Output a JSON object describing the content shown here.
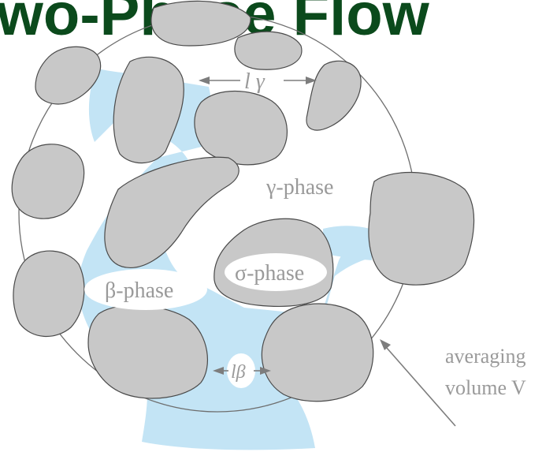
{
  "title": "Two-Phase Flow",
  "labels": {
    "l_gamma": "l γ",
    "gamma_phase": "γ-phase",
    "beta_phase": "β-phase",
    "sigma_phase": "σ-phase",
    "l_beta": "lβ",
    "averaging_line1": "averaging",
    "averaging_line2": "volume V"
  },
  "colors": {
    "title": "#0b4a1c",
    "grain_fill": "#c8c8c8",
    "grain_stroke": "#4a4a4a",
    "beta_fill": "#c3e4f5",
    "label_grey": "#9a9a9a"
  }
}
